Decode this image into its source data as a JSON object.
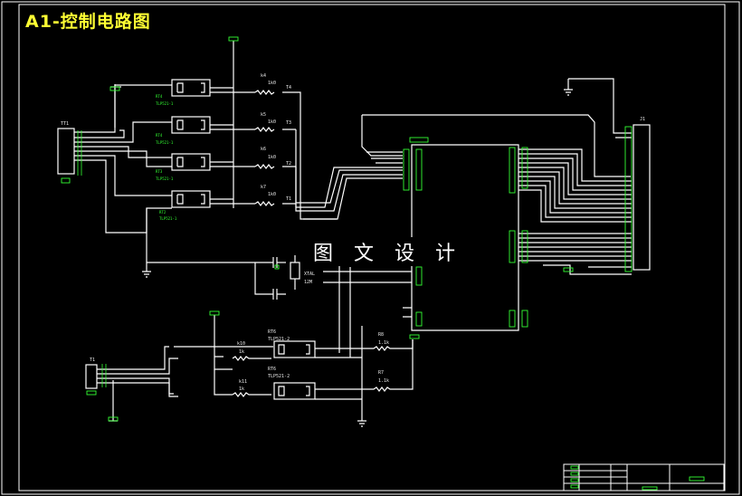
{
  "title": "A1-控制电路图",
  "watermark": "图 文 设 计",
  "colors": {
    "background": "#000000",
    "wire": "#ffffff",
    "pin": "#33ff33",
    "title": "#ffff33"
  },
  "labels": {
    "k1": "k4",
    "v1": "1k0",
    "t1": "T4",
    "k2": "k5",
    "v2": "1k0",
    "t2": "T3",
    "k3": "k6",
    "v3": "1k0",
    "t3": "T2",
    "k4": "k7",
    "v4": "1k0",
    "t4": "T1",
    "opto1_name": "RT4",
    "opto1_part": "TLP521-1",
    "opto2_name": "RT4",
    "opto2_part": "TLP521-1",
    "opto3_name": "RT3",
    "opto3_part": "TLP521-1",
    "opto4_name": "RT2",
    "opto4_part": "TLP521-1",
    "conn_left_top": "TT1",
    "conn_left_bottom": "T1",
    "conn_right": "J1",
    "k10": "k10",
    "v10": "1k",
    "k11": "k11",
    "v11": "1k",
    "opto5_name": "RT6",
    "opto5_part": "TLP521-2",
    "opto6_name": "RT6",
    "opto6_part": "TLP521-2",
    "r8": "R8",
    "v8": "1.1k",
    "r7": "R7",
    "v7": "1.1k",
    "xtal": "XTAL",
    "xtal_val": "12M"
  }
}
